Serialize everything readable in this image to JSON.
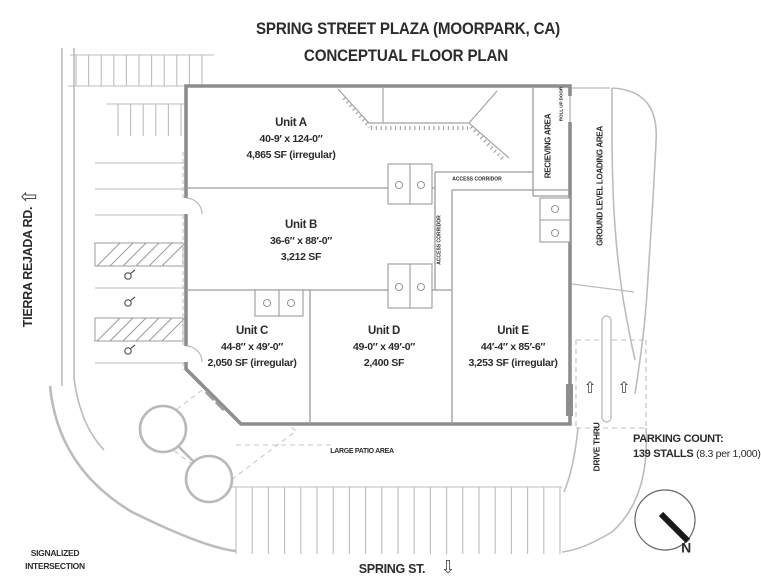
{
  "title": {
    "line1": "SPRING STREET PLAZA (MOORPARK, CA)",
    "line2": "CONCEPTUAL FLOOR PLAN"
  },
  "units": [
    {
      "name": "Unit A",
      "dimensions": "40-9′ x 124-0″",
      "area": "4,865 SF (irregular)"
    },
    {
      "name": "Unit B",
      "dimensions": "36-6″ x 88′-0″",
      "area": "3,212 SF"
    },
    {
      "name": "Unit C",
      "dimensions": "44-8″ x 49′-0″",
      "area": "2,050 SF (irregular)"
    },
    {
      "name": "Unit D",
      "dimensions": "49-0″ x 49′-0″",
      "area": "2,400 SF"
    },
    {
      "name": "Unit E",
      "dimensions": "44′-4″ x 85′-6″",
      "area": "3,253 SF (irregular)"
    }
  ],
  "areas": {
    "receiving": "RECIEVING AREA",
    "loading": "GROUND LEVEL LOADING AREA",
    "roll_up_door": "ROLL UP DOOR",
    "access_corridor_top": "ACCESS CORRIDOR",
    "access_corridor_side": "ACCESS CORRIDOR",
    "patio": "LARGE PATIO AREA",
    "drive_thru": "DRIVE THRU"
  },
  "streets": {
    "west": "TIERRA REJADA RD.",
    "south": "SPRING ST.",
    "intersection_line1": "SIGNALIZED",
    "intersection_line2": "INTERSECTION"
  },
  "parking": {
    "label": "PARKING COUNT:",
    "count": "139 STALLS",
    "ratio": "(8.3 per 1,000)"
  },
  "compass": {
    "north_label": "N"
  },
  "icons": {
    "left_arrow": "⇦",
    "down_arrow": "⇩",
    "up_arrow": "⇧"
  },
  "colors": {
    "wall": "#8d8d8d",
    "thin_wall": "#9b9b9b",
    "road": "#bcbcbc",
    "text": "#2b2b2b"
  }
}
